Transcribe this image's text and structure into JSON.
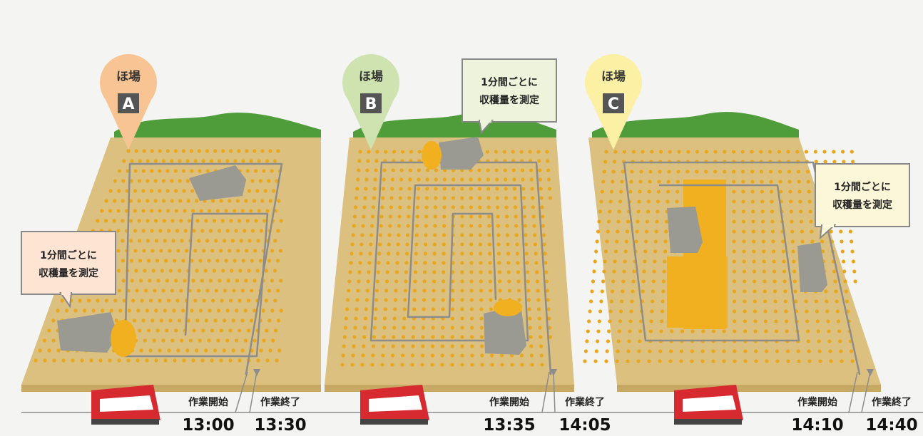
{
  "callout_text": [
    "1分間ごとに",
    "収穫量を測定"
  ],
  "fields": [
    {
      "pin_label": "ほ場",
      "pin_letter": "A",
      "pin_color": "#f8c493",
      "start_label": "作業開始",
      "start_time": "13:00",
      "end_label": "作業終了",
      "end_time": "13:30",
      "callout_bg": "#fde4d3"
    },
    {
      "pin_label": "ほ場",
      "pin_letter": "B",
      "pin_color": "#cfe3b1",
      "start_label": "作業開始",
      "start_time": "13:35",
      "end_label": "作業終了",
      "end_time": "14:05",
      "callout_bg": "#eef4dc"
    },
    {
      "pin_label": "ほ場",
      "pin_letter": "C",
      "pin_color": "#fbf0a4",
      "start_label": "作業開始",
      "start_time": "14:10",
      "end_label": "作業終了",
      "end_time": "14:40",
      "callout_bg": "#fdf7d9"
    }
  ],
  "colors": {
    "field_top": "#dcc080",
    "field_side": "#c8a865",
    "crop_dot": "#e8a71d",
    "path": "#8c8c8c",
    "tree": "#4f9c3a",
    "combine": "#d62a30",
    "badge": "#555555"
  }
}
